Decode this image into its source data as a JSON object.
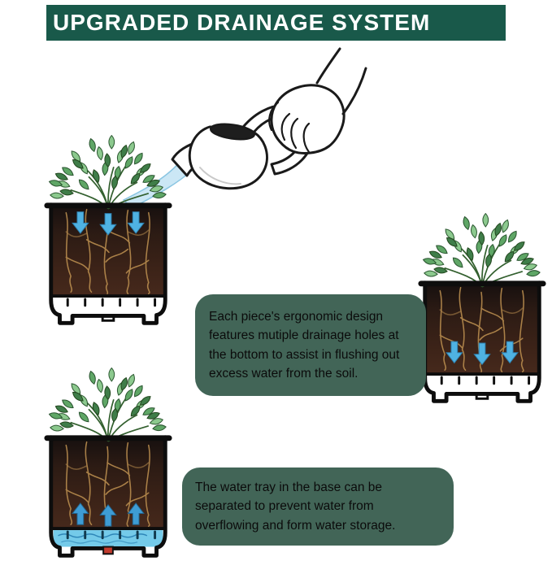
{
  "header": {
    "title": "UPGRADED DRAINAGE SYSTEM",
    "bg_color": "#19594A",
    "text_color": "#FFFFFF"
  },
  "callouts": {
    "drainage_holes": {
      "text": "Each piece's ergonomic design features mutiple drainage holes at the bottom to assist in flushing out excess water from the soil.",
      "bg_color": "#426557",
      "text_color": "#0B0B0B"
    },
    "water_tray": {
      "text": "The water tray in the base can be separated to prevent water from overflowing and form water storage.",
      "bg_color": "#426557",
      "text_color": "#0B0B0B"
    }
  },
  "illustrations": {
    "watering_can": {
      "name": "hand-pouring-watering-can",
      "water_color": "#CBE7F5"
    },
    "pot_top_left": {
      "name": "pot-cross-section-water-soaking-in",
      "arrow_direction": "down",
      "arrow_color": "#4FB2E2"
    },
    "pot_right": {
      "name": "pot-cross-section-draining-through-bottom-holes",
      "arrow_direction": "down",
      "arrow_color": "#4FB2E2"
    },
    "pot_bottom_left": {
      "name": "pot-cross-section-water-stored-in-base-tray",
      "arrow_direction": "up",
      "arrow_color": "#3E9CD4",
      "water_color": "#74CAE9",
      "plug_color": "#C23B2E"
    }
  }
}
